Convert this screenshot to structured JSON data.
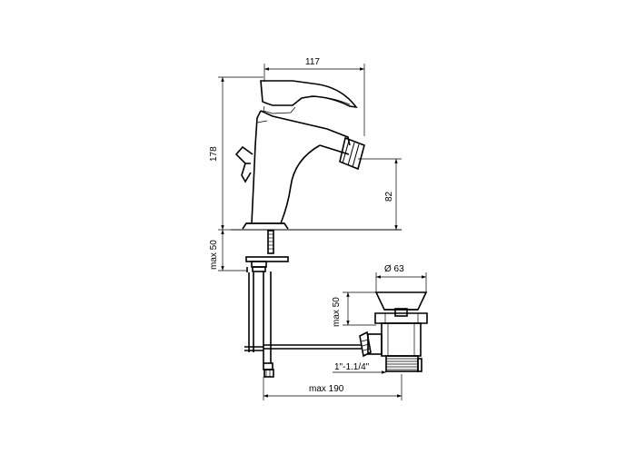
{
  "colors": {
    "line": "#000000",
    "background": "#ffffff"
  },
  "dimensions": {
    "width_117": "117",
    "height_178": "178",
    "spout_82": "82",
    "max50_faucet": "max 50",
    "diam_63": "Ø 63",
    "max50_waste": "max 50",
    "thread": "1\"-1.1/4\"",
    "max190": "max 190"
  }
}
